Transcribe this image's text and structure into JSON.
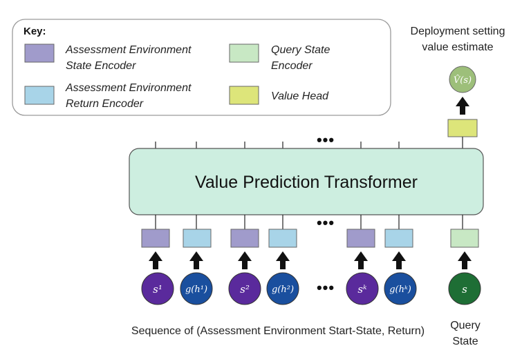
{
  "key": {
    "title": "Key:",
    "items": [
      {
        "line1": "Assessment Environment",
        "line2": "State Encoder",
        "color": "#a09bcb"
      },
      {
        "line1": "Assessment Environment",
        "line2": "Return Encoder",
        "color": "#a8d4e8"
      },
      {
        "line1": "Query State",
        "line2": "Encoder",
        "color": "#c8e8c4"
      },
      {
        "line1": "Value Head",
        "line2": "",
        "color": "#dde57a"
      }
    ]
  },
  "transformer": {
    "label": "Value Prediction Transformer",
    "color": "#cdeee0"
  },
  "output": {
    "line1": "Deployment setting",
    "line2": "value estimate",
    "symbol": "V̂(s)",
    "color": "#9dbf7a"
  },
  "inputs": {
    "nodes": [
      {
        "symbol": "s¹",
        "kind": "state",
        "color": "#5a2a9c"
      },
      {
        "symbol": "g(h¹)",
        "kind": "return",
        "color": "#1a4f9e"
      },
      {
        "symbol": "s²",
        "kind": "state",
        "color": "#5a2a9c"
      },
      {
        "symbol": "g(h²)",
        "kind": "return",
        "color": "#1a4f9e"
      },
      {
        "symbol": "sᵏ",
        "kind": "state",
        "color": "#5a2a9c"
      },
      {
        "symbol": "g(hᵏ)",
        "kind": "return",
        "color": "#1a4f9e"
      },
      {
        "symbol": "s",
        "kind": "query",
        "color": "#1e6e35"
      }
    ],
    "ellipsis": "•••"
  },
  "captions": {
    "sequence": "Sequence of (Assessment Environment Start-State, Return)",
    "query_line1": "Query",
    "query_line2": "State"
  }
}
